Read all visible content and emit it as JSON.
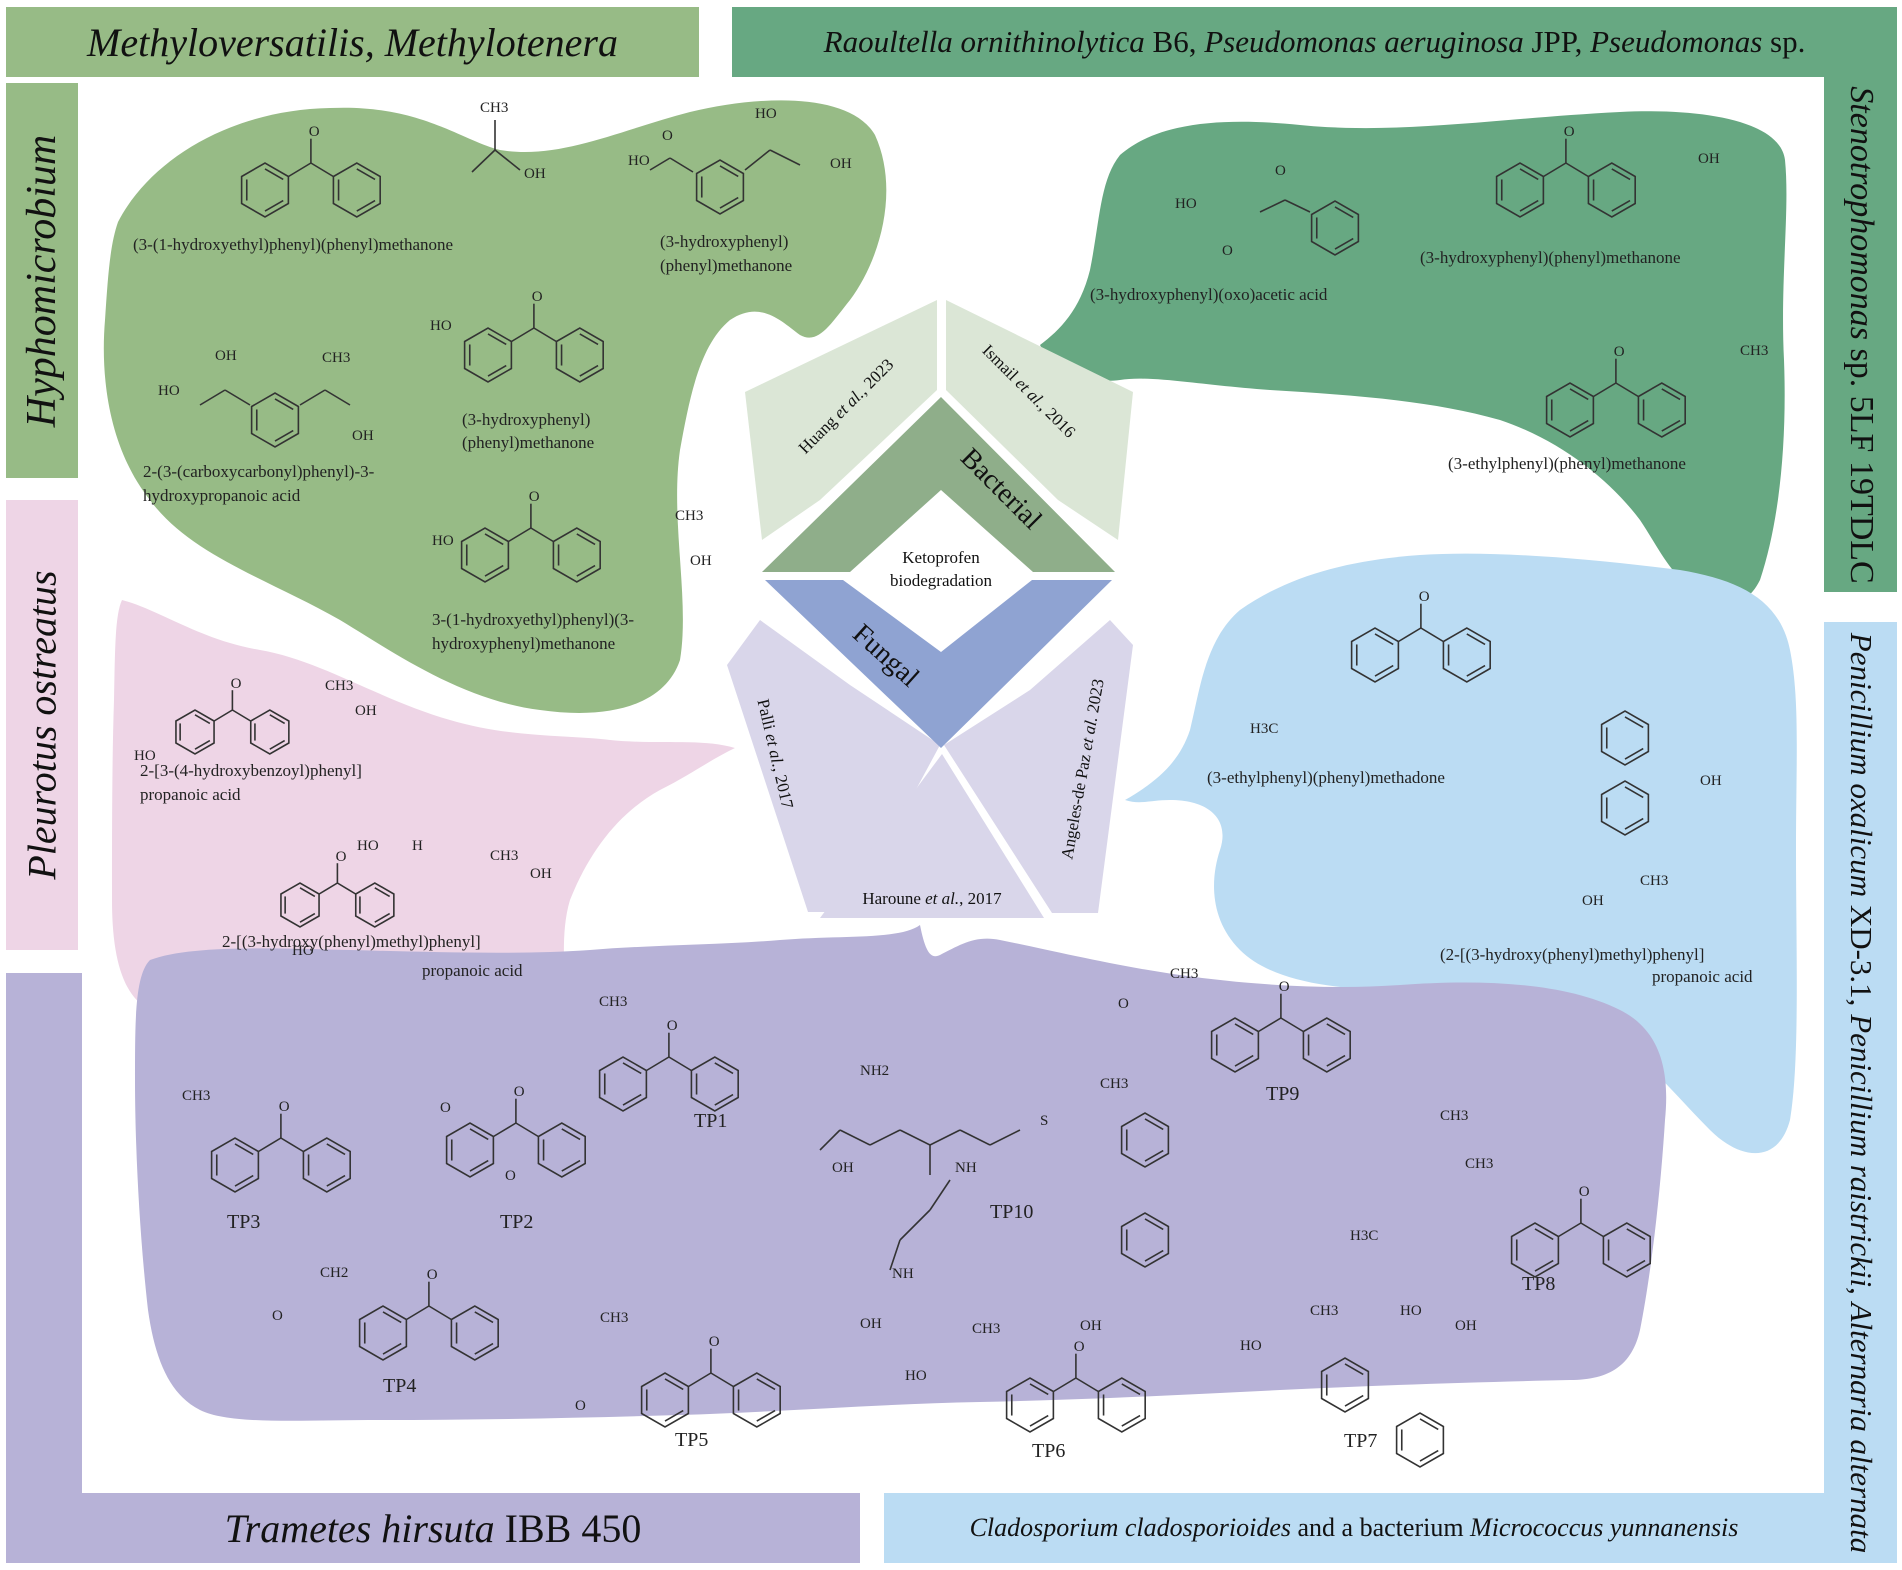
{
  "colors": {
    "bacterial_light": "#97bb86",
    "bacterial_dark": "#67a882",
    "pleurotus": "#eed5e6",
    "penicillium": "#bbdcf3",
    "trametes": "#b7b2d7",
    "center_bacterial_fill": "#dbe6d6",
    "center_bacterial_arrow": "#8fae8a",
    "center_fungal_fill": "#d9d6ea",
    "center_fungal_arrow": "#8fa3d2",
    "ink": "#222222"
  },
  "banners": {
    "top_left": "Methyloversatilis, Methylotenera",
    "top_right_parts": [
      {
        "t": "Raoultella ornithinolytica",
        "i": true
      },
      {
        "t": " B6, ",
        "i": false
      },
      {
        "t": "Pseudomonas aeruginosa",
        "i": true
      },
      {
        "t": " JPP, ",
        "i": false
      },
      {
        "t": "Pseudomonas",
        "i": true
      },
      {
        "t": " sp.",
        "i": false
      }
    ],
    "left_upper": "Hyphomicrobium",
    "left_middle": "Pleurotus ostreatus",
    "right_upper_parts": [
      {
        "t": "Stenotrophomonas",
        "i": true
      },
      {
        "t": " sp. 5LF 19TDLC",
        "i": false
      }
    ],
    "right_lower_parts": [
      {
        "t": "Penicillium oxalicum",
        "i": true
      },
      {
        "t": " XD-3.1, ",
        "i": false
      },
      {
        "t": "Penicillium raistrickii",
        "i": true
      },
      {
        "t": ", ",
        "i": false
      },
      {
        "t": "Alternaria alternata",
        "i": true
      }
    ],
    "bottom_left_parts": [
      {
        "t": "Trametes hirsuta",
        "i": true
      },
      {
        "t": " IBB 450",
        "i": false
      }
    ],
    "bottom_right_parts": [
      {
        "t": "Cladosporium cladosporioides",
        "i": true
      },
      {
        "t": " and a bacterium ",
        "i": false
      },
      {
        "t": "Micrococcus yunnanensis",
        "i": true
      }
    ]
  },
  "center": {
    "title_line1": "Ketoprofen",
    "title_line2": "biodegradation",
    "bacterial": "Bacterial",
    "fungal": "Fungal",
    "refs": {
      "huang_a": "Huang ",
      "huang_b": "et al.",
      "huang_c": ", 2023",
      "ismail_a": "Ismail ",
      "ismail_b": "et al.",
      "ismail_c": ", 2016",
      "palli_a": "Palli ",
      "palli_b": "et al.",
      "palli_c": ", 2017",
      "haroune_a": "Haroune ",
      "haroune_b": "et al.",
      "haroune_c": ", 2017",
      "angeles_a": "Angeles-de Paz ",
      "angeles_b": "et al.",
      "angeles_c": " 2023"
    }
  },
  "compounds": {
    "hypho_1": "(3-(1-hydroxyethyl)phenyl)(phenyl)methanone",
    "hypho_2a": "(3-hydroxyphenyl)",
    "hypho_2b": "(phenyl)methanone",
    "hypho_3a": "2-(3-(carboxycarbonyl)phenyl)-3-",
    "hypho_3b": "hydroxypropanoic acid",
    "hypho_4a": "(3-hydroxyphenyl)",
    "hypho_4b": "(phenyl)methanone",
    "hypho_5a": "3-(1-hydroxyethyl)phenyl)(3-",
    "hypho_5b": "hydroxyphenyl)methanone",
    "steno_1": "(3-hydroxyphenyl)(oxo)acetic acid",
    "steno_2": "(3-hydroxyphenyl)(phenyl)methanone",
    "steno_3": "(3-ethylphenyl)(phenyl)methanone",
    "pleu_1a": "2-[3-(4-hydroxybenzoyl)phenyl]",
    "pleu_1b": "propanoic acid",
    "pleu_2a": "2-[(3-hydroxy(phenyl)methyl)phenyl]",
    "pleu_2b": "propanoic acid",
    "peni_1": "(3-ethylphenyl)(phenyl)methadone",
    "peni_2a": "(2-[(3-hydroxy(phenyl)methyl)phenyl]",
    "peni_2b": "propanoic acid"
  },
  "tps": {
    "tp1": "TP1",
    "tp2": "TP2",
    "tp3": "TP3",
    "tp4": "TP4",
    "tp5": "TP5",
    "tp6": "TP6",
    "tp7": "TP7",
    "tp8": "TP8",
    "tp9": "TP9",
    "tp10": "TP10"
  },
  "atoms": {
    "oh": "OH",
    "ho": "HO",
    "o": "O",
    "ch3": "CH3",
    "h3c": "H3C",
    "h": "H",
    "ch2": "CH2",
    "nh2": "NH2",
    "nh": "NH",
    "s": "S"
  }
}
